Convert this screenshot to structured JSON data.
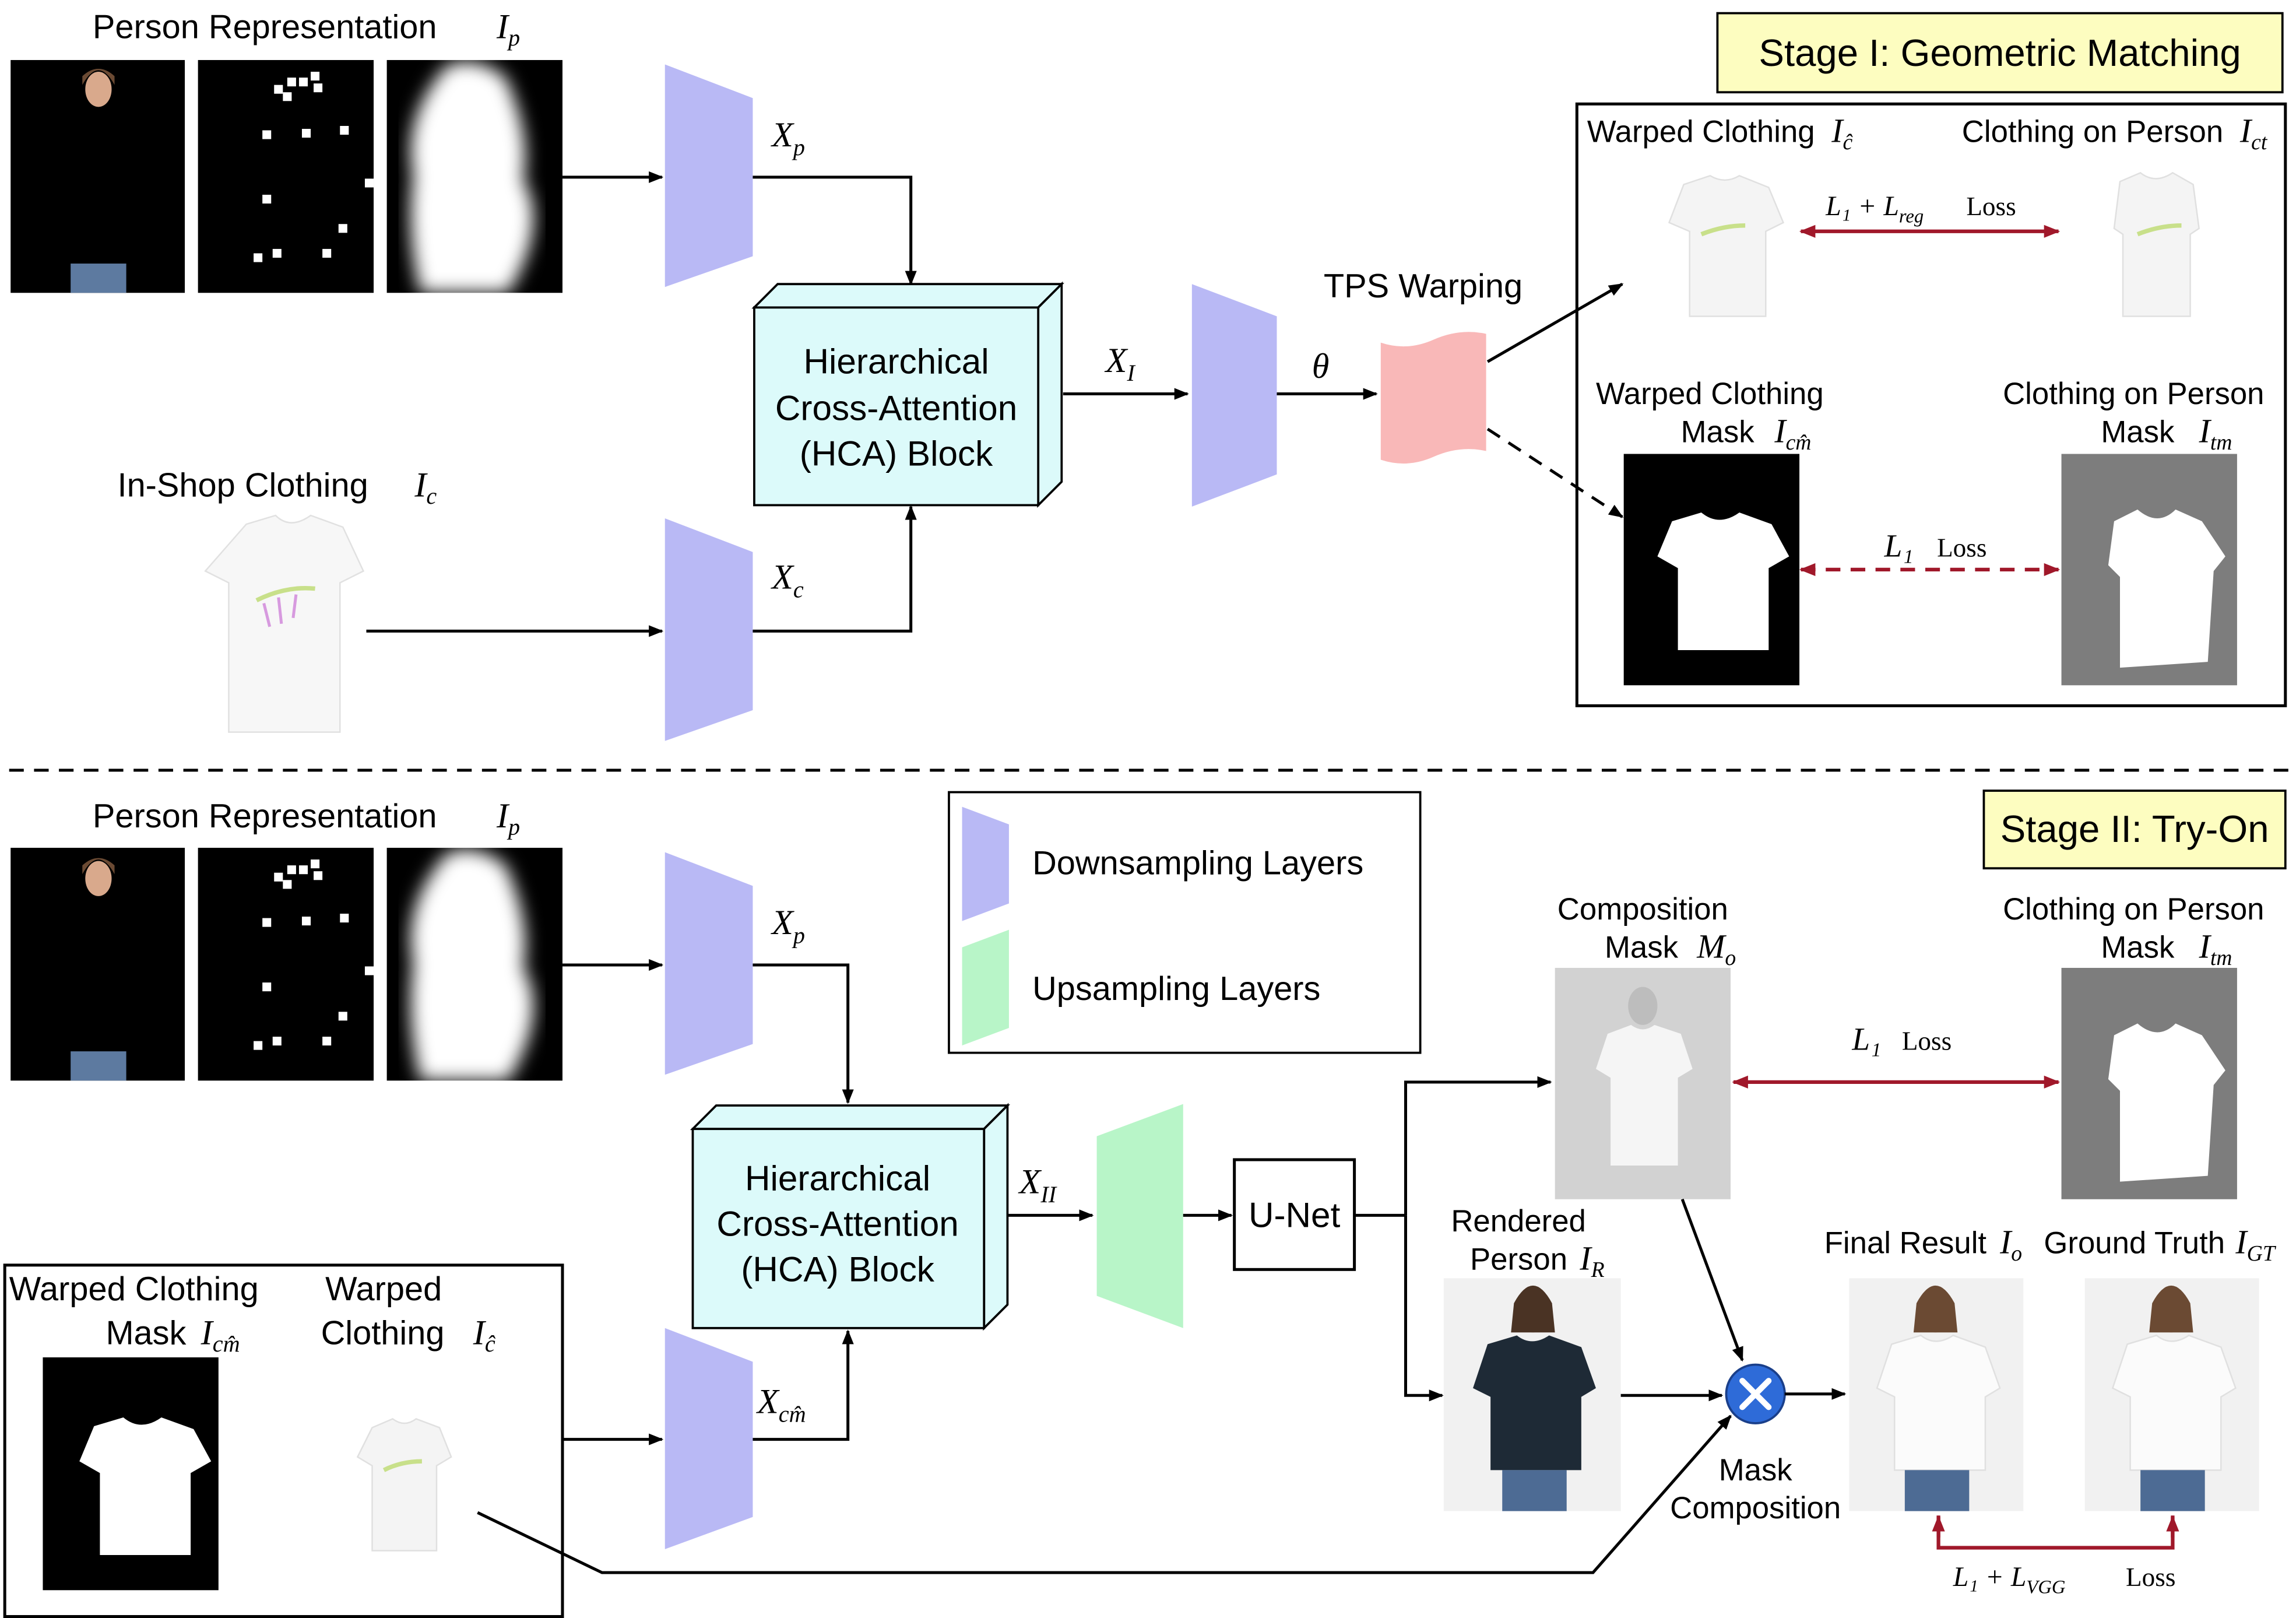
{
  "stage1": {
    "title": "Stage I: Geometric Matching",
    "person_rep_label": "Person Representation",
    "person_rep_symbol": "I",
    "person_rep_sub": "p",
    "inshop_label": "In-Shop Clothing",
    "inshop_symbol": "I",
    "inshop_sub": "c",
    "xp": "X",
    "xp_sub": "p",
    "xc": "X",
    "xc_sub": "c",
    "xi": "X",
    "xi_sub": "I",
    "theta": "θ",
    "hca_line1": "Hierarchical",
    "hca_line2": "Cross-Attention",
    "hca_line3": "(HCA) Block",
    "tps_label": "TPS Warping",
    "warped_clothing_label": "Warped Clothing",
    "warped_clothing_sub": "ĉ",
    "clothing_on_person_label": "Clothing on Person",
    "clothing_on_person_sub": "ct",
    "loss_reg": "L₁ + L",
    "loss_reg_sub": "reg",
    "loss_reg_word": "Loss",
    "warped_mask_line1": "Warped Clothing",
    "warped_mask_line2": "Mask",
    "warped_mask_sub": "cm̂",
    "person_mask_line1": "Clothing on Person",
    "person_mask_line2": "Mask",
    "person_mask_sub": "tm",
    "l1_loss": "L₁",
    "l1_loss_word": "Loss"
  },
  "stage2": {
    "title": "Stage II: Try-On",
    "person_rep_label": "Person Representation",
    "person_rep_symbol": "I",
    "person_rep_sub": "p",
    "legend_down": "Downsampling Layers",
    "legend_up": "Upsampling Layers",
    "xp": "X",
    "xp_sub": "p",
    "xcm": "X",
    "xcm_sub": "cm̂",
    "xii": "X",
    "xii_sub": "II",
    "hca_line1": "Hierarchical",
    "hca_line2": "Cross-Attention",
    "hca_line3": "(HCA) Block",
    "unet": "U-Net",
    "comp_mask_line1": "Composition",
    "comp_mask_line2": "Mask",
    "comp_mask_symbol": "M",
    "comp_mask_sub": "o",
    "person_mask_line1": "Clothing on Person",
    "person_mask_line2": "Mask",
    "person_mask_sub": "tm",
    "l1_loss": "L₁",
    "l1_loss_word": "Loss",
    "rendered_line1": "Rendered",
    "rendered_line2": "Person",
    "rendered_sub": "R",
    "mask_comp_line1": "Mask",
    "mask_comp_line2": "Composition",
    "final_label": "Final Result",
    "final_sub": "o",
    "gt_label": "Ground Truth",
    "gt_sub": "GT",
    "vgg_loss": "L₁ + L",
    "vgg_sub": "VGG",
    "vgg_word": "Loss",
    "warped_mask_line1": "Warped Clothing",
    "warped_mask_line2": "Mask",
    "warped_mask_sub": "cm̂",
    "warped_cloth_line1": "Warped",
    "warped_cloth_line2": "Clothing",
    "warped_cloth_sub": "ĉ"
  },
  "colors": {
    "down": "#b9b9f5",
    "up": "#b8f5c8",
    "hca_fill": "#dcfafa",
    "tps": "#f9b8b8",
    "stage_title_bg": "#fdfdc0",
    "loss_arrow": "#a0182a",
    "mask_gray": "#7d7d7d",
    "comp_gray": "#d2d2d2",
    "multiply": "#2e6bd8"
  }
}
